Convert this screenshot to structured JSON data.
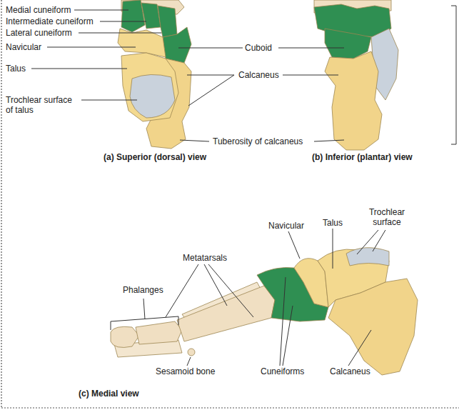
{
  "diagram": {
    "labels": [
      "Medial cuneiform",
      "Intermediate cuneiform",
      "Lateral cuneiform",
      "Navicular",
      "Talus",
      "Trochlear surface of talus",
      "Cuboid",
      "Calcaneus",
      "Tuberosity of calcaneus",
      "(a) Superior (dorsal) view",
      "(b) Inferior (plantar) view",
      "Navicular",
      "Talus",
      "Trochlear surface",
      "Metatarsals",
      "Phalanges",
      "Sesamoid bone",
      "Cuneiforms",
      "Calcaneus",
      "(c) Medial view"
    ]
  }
}
